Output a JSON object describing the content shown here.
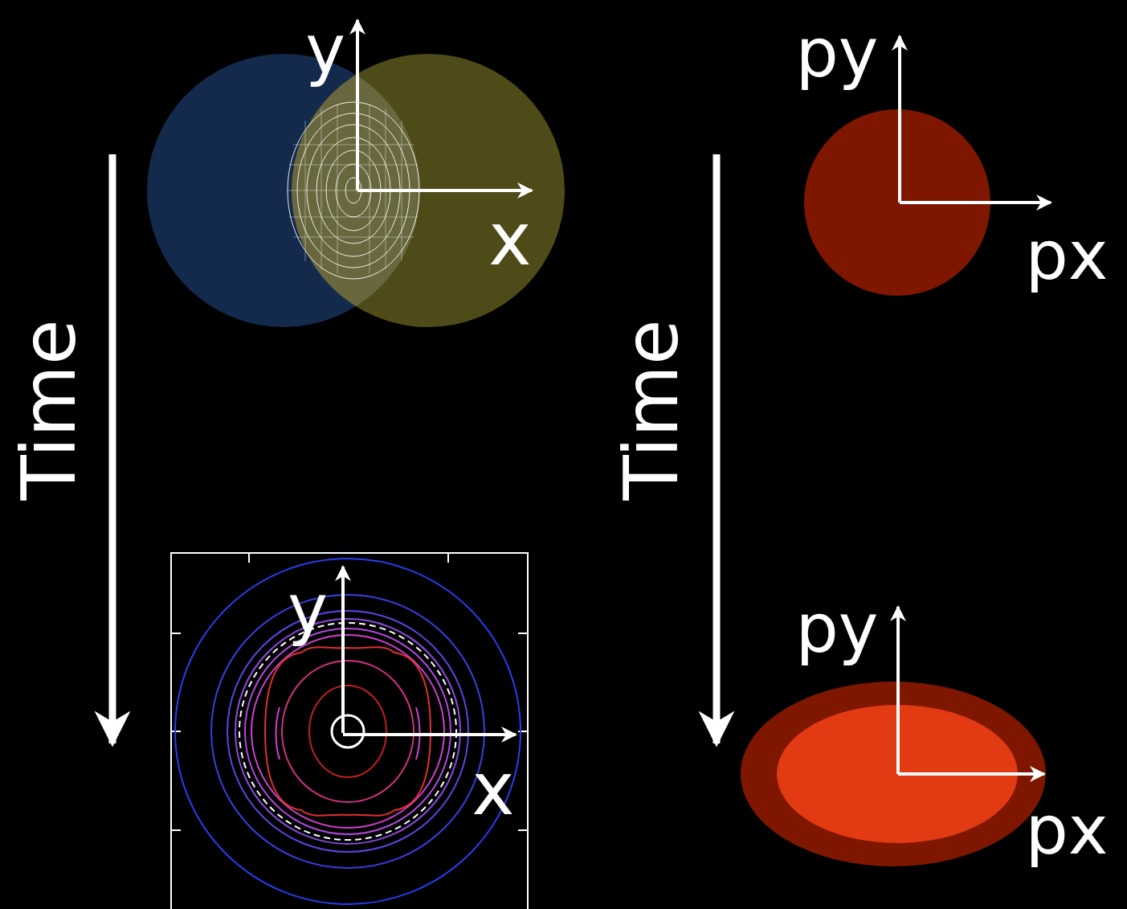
{
  "diagram": {
    "labels": [
      "y",
      "x",
      "Time",
      "py",
      "px",
      "Time",
      "y",
      "x",
      "py",
      "px"
    ]
  }
}
